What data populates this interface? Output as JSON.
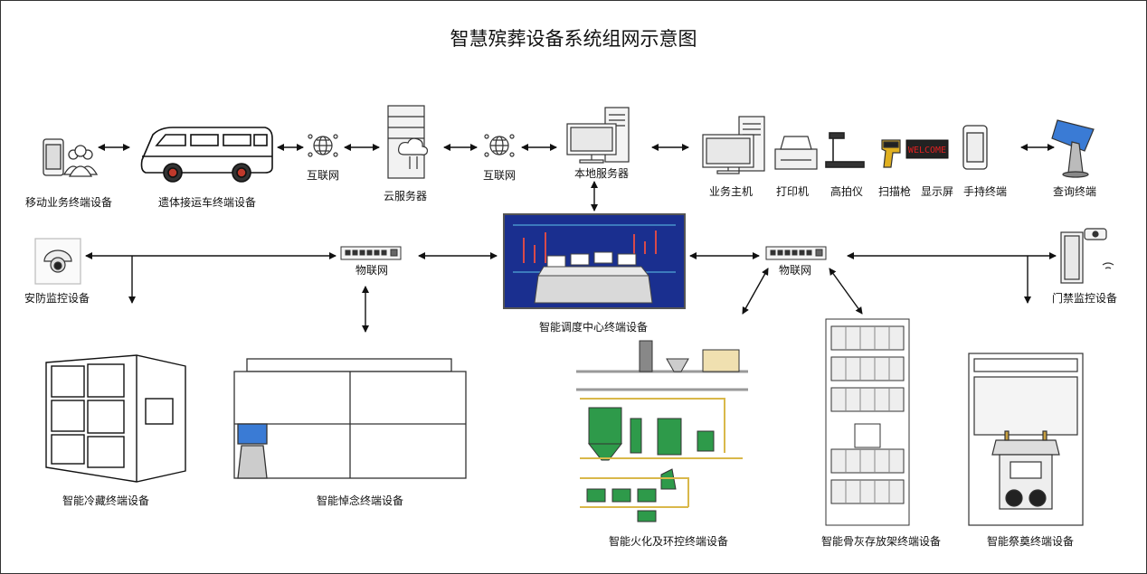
{
  "title": "智慧殡葬设备系统组网示意图",
  "labels": {
    "mobile_terminal": "移动业务终端设备",
    "hearse_terminal": "遗体接运车终端设备",
    "internet_1": "互联网",
    "cloud_server": "云服务器",
    "internet_2": "互联网",
    "local_server": "本地服务器",
    "business_host": "业务主机",
    "printer": "打印机",
    "document_camera": "高拍仪",
    "scanner": "扫描枪",
    "display_screen": "显示屏",
    "handheld_terminal": "手持终端",
    "query_terminal": "查询终端",
    "security_monitor": "安防监控设备",
    "iot_left": "物联网",
    "dispatch_center": "智能调度中心终端设备",
    "iot_right": "物联网",
    "access_control": "门禁监控设备",
    "cold_storage": "智能冷藏终端设备",
    "memorial": "智能悼念终端设备",
    "cremation": "智能火化及环控终端设备",
    "ash_rack": "智能骨灰存放架终端设备",
    "sacrifice": "智能祭奠终端设备"
  },
  "display_text": "WELCOME",
  "colors": {
    "dispatch_bg": "#1a2f8f",
    "cremation_green": "#2e9a4a",
    "pipe_yellow": "#d9b84a",
    "display_bg": "#222222",
    "display_text": "#e02020"
  }
}
